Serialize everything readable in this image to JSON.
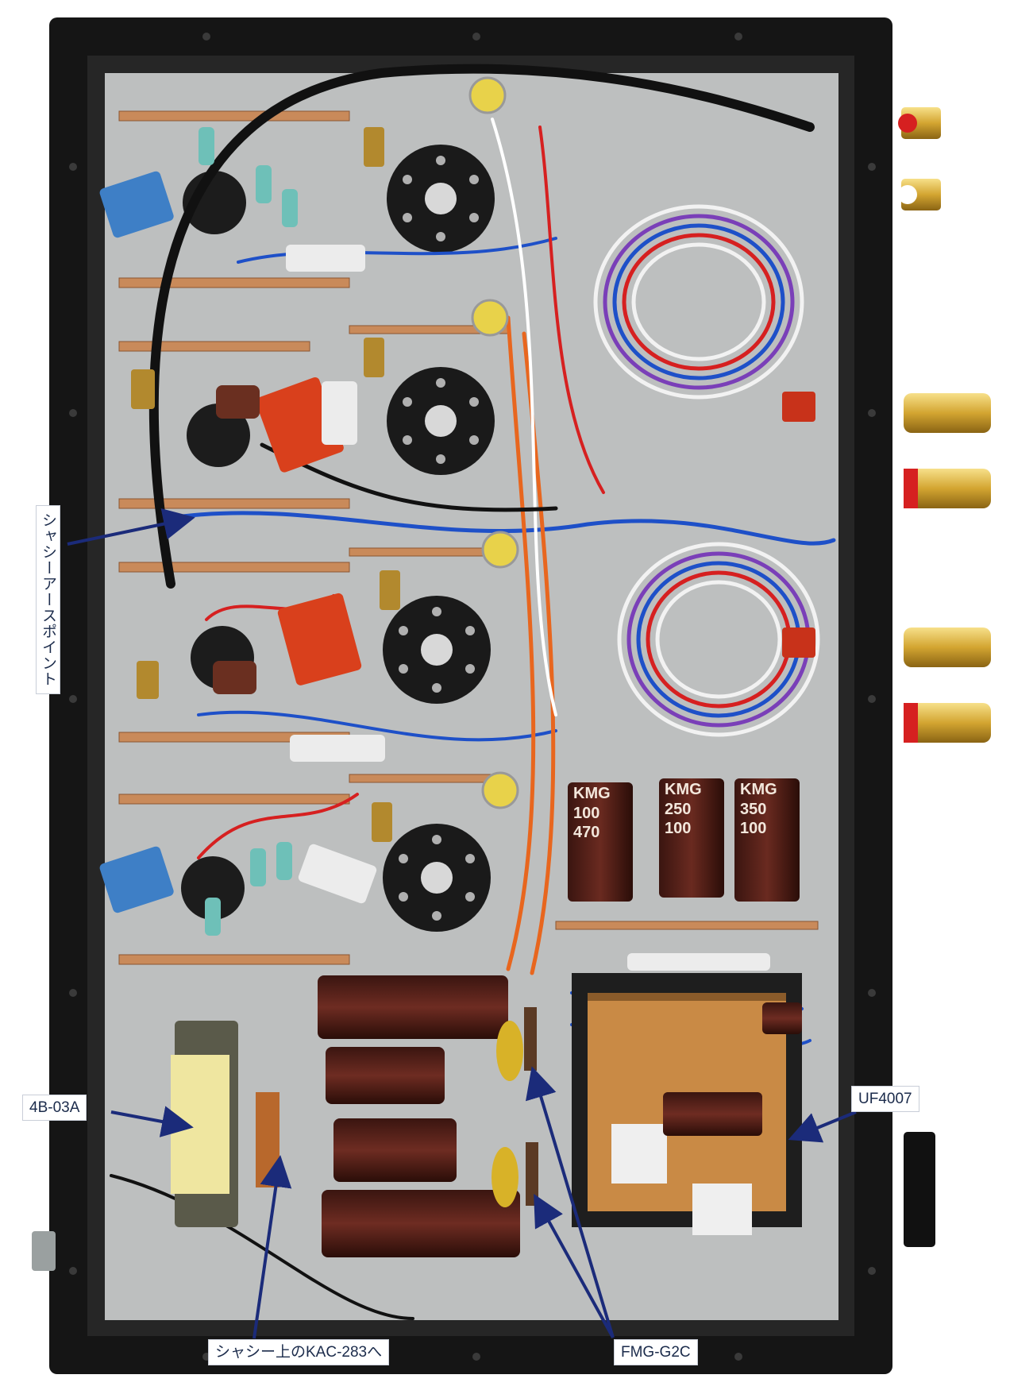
{
  "callouts": {
    "chassis_ground": "シャシーアースポイント",
    "transformer": "4B-03A",
    "to_kac": "シャシー上のKAC-283へ",
    "fmg": "FMG-G2C",
    "diode": "UF4007"
  },
  "capacitors": {
    "top_left": [
      "100",
      "470"
    ],
    "top_mid": [
      "250",
      "100"
    ],
    "top_right": [
      "350",
      "100"
    ],
    "brand": "KMG"
  },
  "colors": {
    "frame": "#151515",
    "plate": "#bdbfbf",
    "accent_arrow": "#1b2b7a"
  }
}
